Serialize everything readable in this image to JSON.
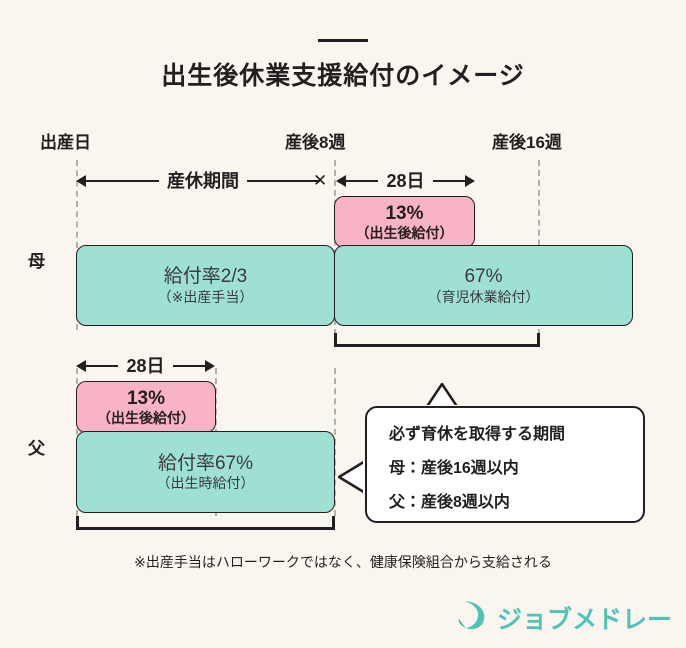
{
  "page": {
    "background_color": "#faf6ef",
    "title": "出生後休業支援給付のイメージ",
    "footnote": "※出産手当はハローワークではなく、健康保険組合から支給される"
  },
  "colors": {
    "teal": "#9fe0d4",
    "pink": "#f8b4c4",
    "ink": "#231f20",
    "logo_teal": "#4fc3ba",
    "guide": "#b8b0a4"
  },
  "timeline_headers": [
    {
      "label": "出産日"
    },
    {
      "label": "産後8週"
    },
    {
      "label": "産後16週"
    }
  ],
  "row_labels": {
    "mother": "母",
    "father": "父"
  },
  "arrows": {
    "maternity_leave": "産休期間",
    "mother_28days": "28日",
    "father_28days": "28日"
  },
  "mother": {
    "bonus_bar": {
      "percent": "13%",
      "note": "（出生後給付）"
    },
    "left_bar": {
      "percent": "給付率2/3",
      "note": "（※出産手当）"
    },
    "right_bar": {
      "percent": "67%",
      "note": "（育児休業給付）"
    }
  },
  "father": {
    "bonus_bar": {
      "percent": "13%",
      "note": "（出生後給付）"
    },
    "main_bar": {
      "percent": "給付率67%",
      "note": "（出生時給付）"
    }
  },
  "callout": {
    "line1": "必ず育休を取得する期間",
    "line2": "母：産後16週以内",
    "line3": "父：産後8週以内"
  },
  "logo": {
    "text": "ジョブメドレー",
    "icon": "crescent-moon-icon"
  }
}
